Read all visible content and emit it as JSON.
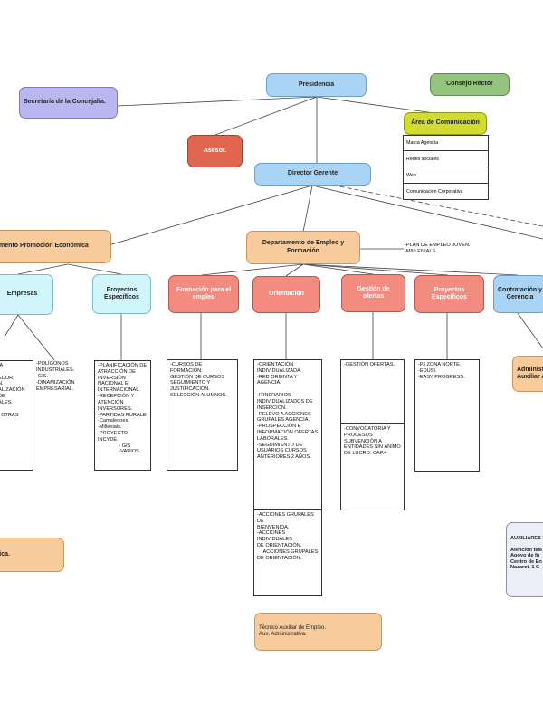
{
  "nodes": {
    "presidencia": "Presidencia",
    "consejo": "Consejo Rector",
    "secretaria": "Secretaría de la Concejalía.",
    "area_comunicacion": "Área de Comunicación",
    "asesor": "Asesor.",
    "director": "Director Gerente",
    "dept_promocion": "mento Promoción Económica",
    "dept_empleo": "Departamento de Empleo y Formación",
    "empresas": "Empresas",
    "proyectos_esp_1": "Proyectos Específicos",
    "formacion_empleo": "Formación para el empleo",
    "orientacion": "Orientación",
    "gestion_ofertas": "Gestión de ofertas",
    "proyectos_esp_2": "Proyectos Específicos",
    "contratacion": "Contratación y Gerencia",
    "admin_partial": "Administra\nAuxiliar Ac",
    "tecnico_aux": "Técnico Auxiliar de Empleo.\nAux. Administrativa.",
    "left_peach": "nica.",
    "auxiliares": "AUXILIARES S\n\nAtención tele\nApoyo de fu\nCentro de En\nNazaret. 1 C"
  },
  "comunicacion_items": [
    "Marca Agencia",
    "Redes sociales",
    "Web",
    "Comunicación  Corporativa"
  ],
  "plan_empleo": "-PLAN DE EMPLEO JOVEN.\n-MILLENIALS.",
  "lists": {
    "left_partial": "IA\n\nEDOR.\nN.\nALIZACIÓN DE\nALES.\n\n  OTRAS\n.",
    "poligonos": "-POLÍGONOS\nINDUSTRIALES.\n-GIS.\n-DINAMIZACIÓN\nEMPRESARIAL.",
    "planificacion": "-PLANIFICACIÓN DE\nATRACCIÓN DE\nINVERSIÓN\nNACIONAL E\nINTERNACIONAL.\n-RECEPCIÓN Y\nATENCIÓN\nINVERSORES.\n-PARTIDAS RURALE\n-Camaleones.\n-Millenials.\n-PROYECTO INCYDE.\n               - GIS\n               -VARIOS.",
    "cursos": "-CURSOS DE\nFORMACIÓN:\nGESTIÓN DE CURSOS\nSEGUIMIENTO Y\nJUSTIFICACIÓN.\nSELECCIÓN ALUMNOS.",
    "orientacion_1": "-ORIENTACIÓN\nINDIVIDUALIZADA.\n-RED ORIENTA Y AGENCIA.\n\n-ITINERARIOS\nINDIVIDUALIZADOS DE\nINSERCIÓN.\n-RELEVO A ACCIONES\nGRUPALES AGENCIA.\n-PROSPECCIÓN E\nINFORMACIÓN OFERTAS\nLABORALES.\n-SEGUIMIENTO DE\nUSUARIOS CURSOS\nANTERIORES 2 AÑOS.",
    "orientacion_2": "-ACCIONES GRUPALES DE\nBIENVENIDA.\n-ACCIONES INDIVIDUALES\nDE ORIENTACIÓN.\n   -ACCIONES GRUPALES\nDE ORIENTACIÓN.",
    "gestion_1": "-GESTIÓN OFERTAS.",
    "gestion_2": "-CONVOCATORIA Y\nPROCESOS\nSUBVENCIÓN A\nENTIDADES SIN ÁNIMO\nDE LUCRO. CAP.4",
    "proyectos_2": "-P.I ZONA NORTE.\n-EDUSI.\n-EASY PROGRESS."
  }
}
